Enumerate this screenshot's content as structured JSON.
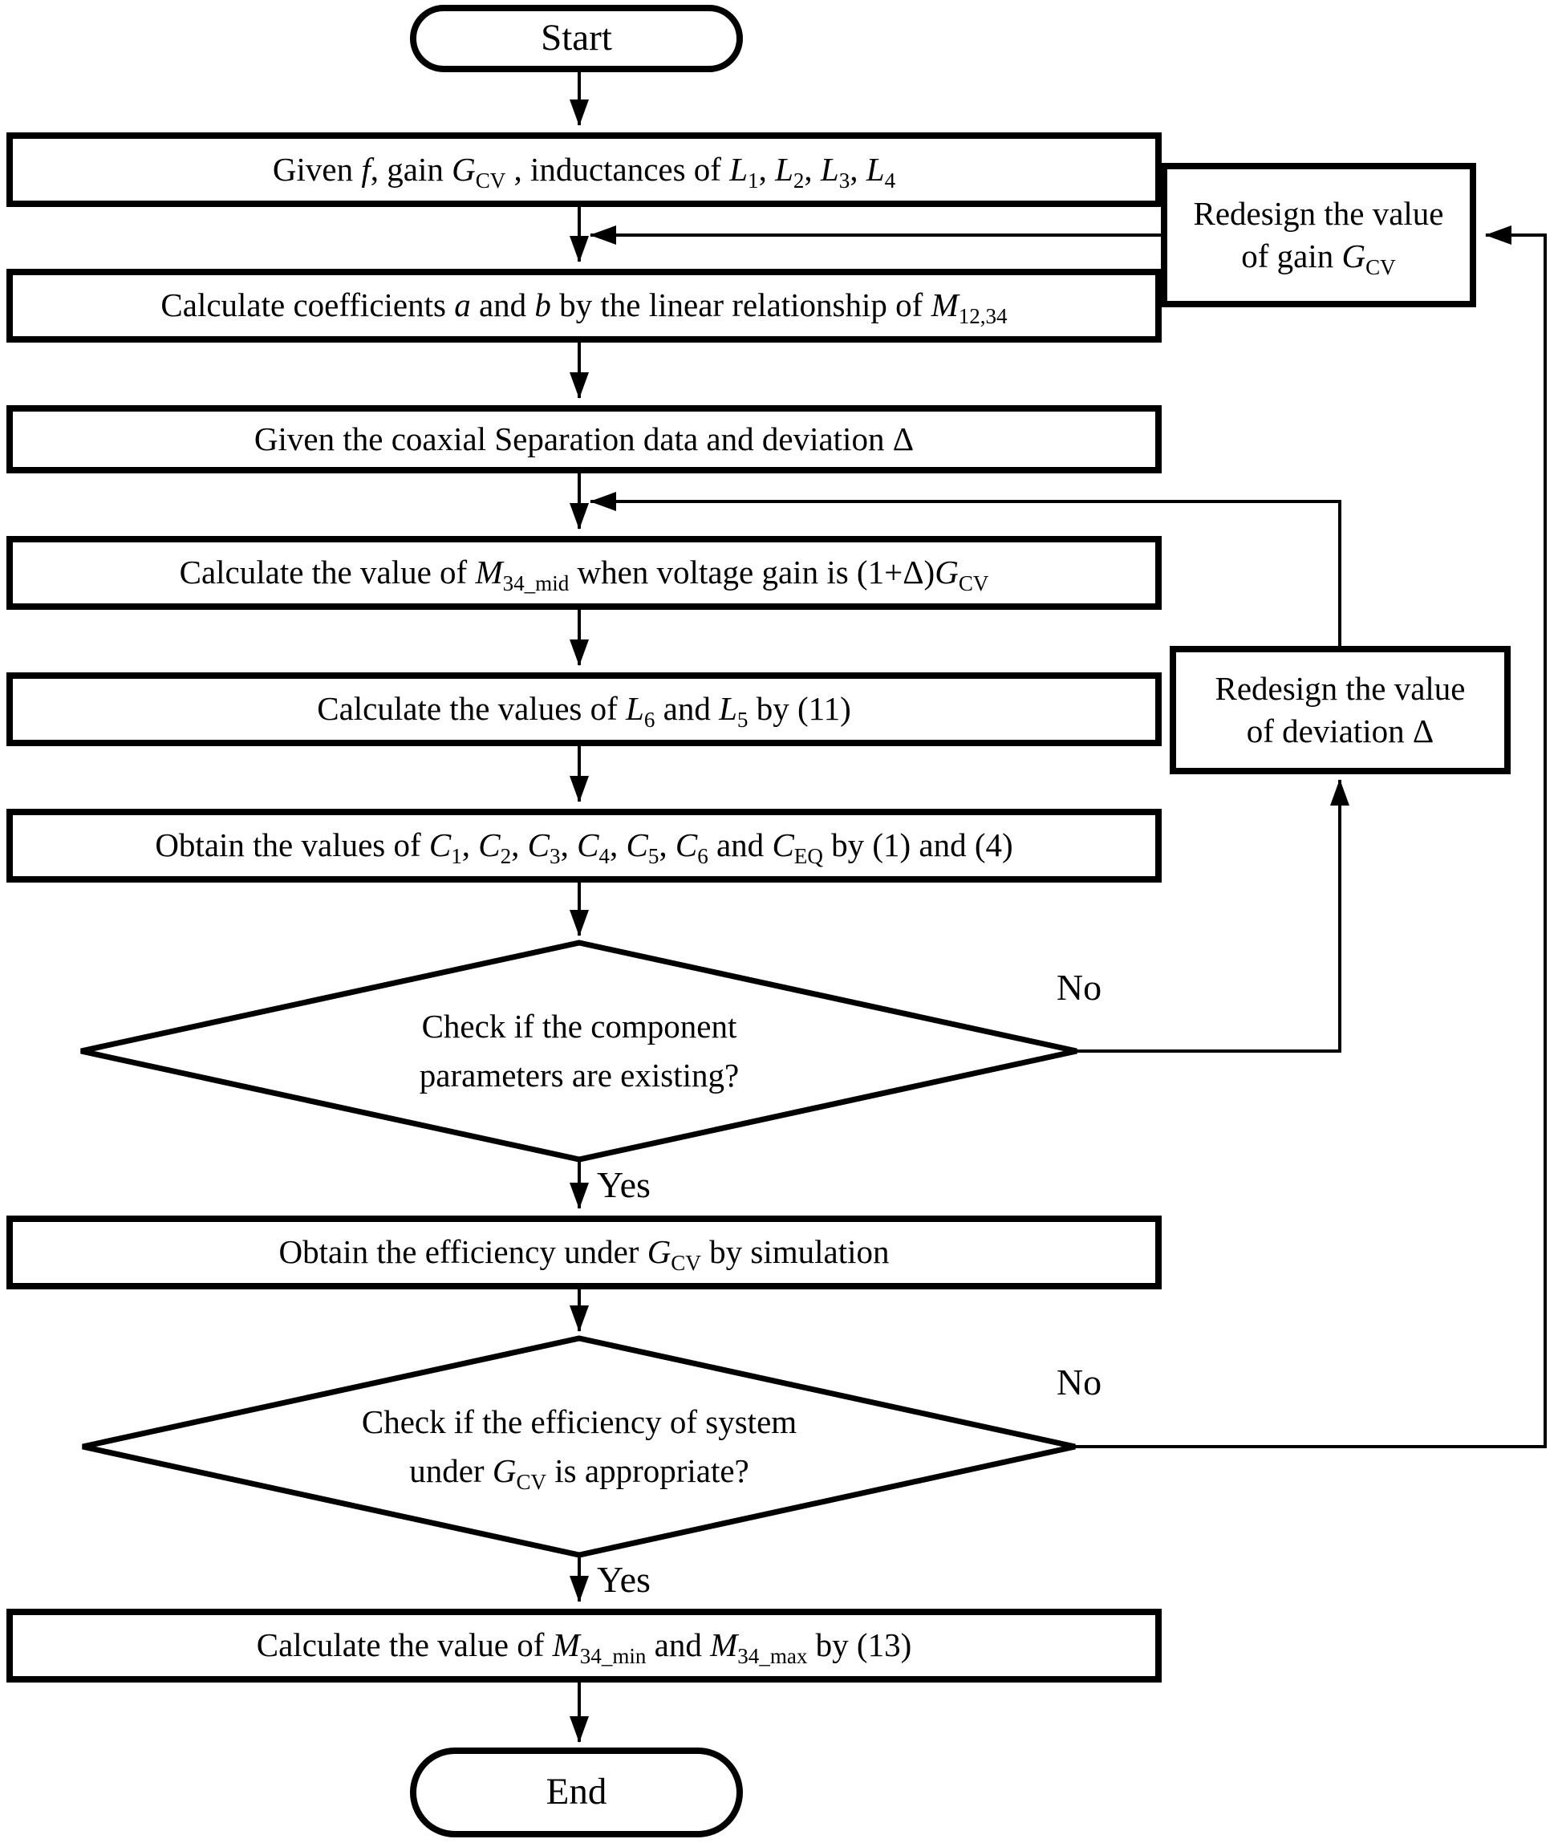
{
  "diagram": {
    "start_label": "Start",
    "end_label": "End",
    "branch": {
      "yes": "Yes",
      "no": "No"
    },
    "steps": {
      "given_inputs": "Given <i>f</i>, gain <i>G</i><sub>CV</sub> , inductances of <i>L</i><sub>1</sub>, <i>L</i><sub>2</sub>, <i>L</i><sub>3</sub>, <i>L</i><sub>4</sub>",
      "calc_coefficients": "Calculate coefficients <i>a</i> and <i>b</i> by the linear relationship of <i>M</i><sub>12,34</sub>",
      "given_separation": "Given the coaxial Separation data and deviation Δ",
      "calc_m34_mid": "Calculate the value of <i>M</i><sub>34_mid</sub> when voltage gain is (1+Δ)<i>G</i><sub>CV</sub>",
      "calc_l6_l5": "Calculate the values of <i>L</i><sub>6</sub> and <i>L</i><sub>5</sub> by (11)",
      "obtain_capacitances": "Obtain the values of <i>C</i><sub>1</sub>, <i>C</i><sub>2</sub>, <i>C</i><sub>3</sub>, <i>C</i><sub>4</sub>, <i>C</i><sub>5</sub>, <i>C</i><sub>6</sub> and <i>C</i><sub>EQ</sub> by (1) and (4)",
      "obtain_efficiency": "Obtain the efficiency under <i>G</i><sub>CV</sub> by simulation",
      "calc_m34_min_max": "Calculate the value of  <i>M</i><sub>34_min</sub> and <i>M</i><sub>34_max</sub> by (13)",
      "redesign_gain": "Redesign the value<br>of gain <i>G</i><sub>CV</sub>",
      "redesign_deviation": "Redesign the value<br>of deviation Δ"
    },
    "decisions": {
      "component_exists": "Check if the component<br>parameters are existing?",
      "efficiency_appropriate": "Check if the efficiency of system<br>under <i>G</i><sub>CV</sub> is  appropriate?"
    },
    "colors": {
      "line": "#000000",
      "shape_fill": "#ffffff"
    }
  }
}
